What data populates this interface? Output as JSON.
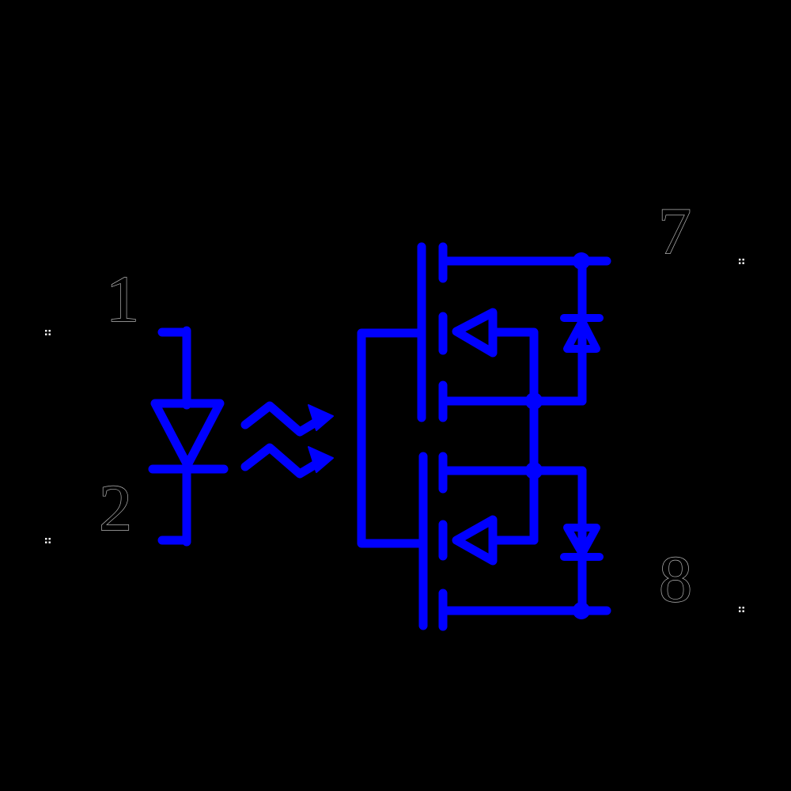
{
  "figure": {
    "type": "circuit-schematic",
    "description": "Optocoupler solid-state-relay symbol: input LED (pins 1-2) optically coupled to a photodiode gate-drive block and two back-to-back MOSFETs with body diodes (pins 7-8)",
    "background": "#000000"
  },
  "colors": {
    "wire": "#0000ff",
    "label-fill": "#000000",
    "label-outline": "#b4b4b4",
    "endpoint-mark": "#ffffff"
  },
  "pins": [
    {
      "label": "1"
    },
    {
      "label": "2"
    },
    {
      "label": "7"
    },
    {
      "label": "8"
    }
  ],
  "symbols": {
    "led": "input-led-diode-symbol",
    "light": "optical-coupling-arrows",
    "gate_drive": "photodiode-gate-drive-loop",
    "mosfet_top": "output-mosfet-top",
    "mosfet_bottom": "output-mosfet-bottom",
    "diode_top": "body-diode-top",
    "diode_bottom": "body-diode-bottom"
  }
}
